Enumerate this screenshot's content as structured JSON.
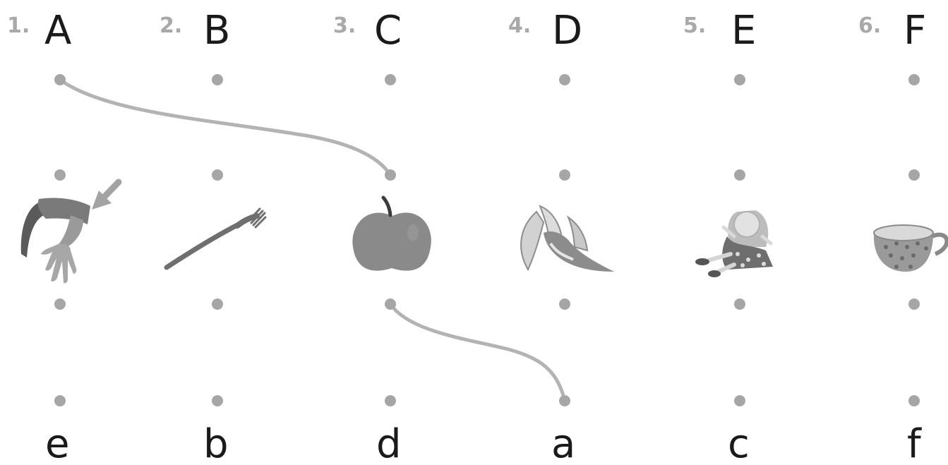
{
  "items": [
    {
      "number": "1.",
      "upper": "A",
      "lower": "e",
      "picture": "arm-icon"
    },
    {
      "number": "2.",
      "upper": "B",
      "lower": "b",
      "picture": "fork-icon"
    },
    {
      "number": "3.",
      "upper": "C",
      "lower": "d",
      "picture": "apple-icon"
    },
    {
      "number": "4.",
      "upper": "D",
      "lower": "a",
      "picture": "banana-icon"
    },
    {
      "number": "5.",
      "upper": "E",
      "lower": "c",
      "picture": "doll-icon"
    },
    {
      "number": "6.",
      "upper": "F",
      "lower": "f",
      "picture": "cup-icon"
    }
  ],
  "colors": {
    "dot": "#a6a6a6",
    "line": "#b3b3b3",
    "text": "#1a1a1a",
    "number": "#a9a9a9"
  },
  "drawn_connections": [
    {
      "from": "A",
      "to": "apple"
    },
    {
      "from": "apple",
      "to": "a"
    }
  ]
}
